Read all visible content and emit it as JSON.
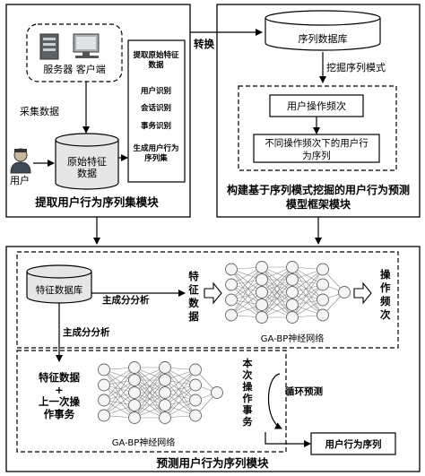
{
  "module1": {
    "devices": "服务器 客户端",
    "collect": "采集数据",
    "user": "用户",
    "db_line1": "原始特征",
    "db_line2": "数据",
    "extract_line1": "提取原始特征",
    "extract_line2": "数据",
    "user_id": "用户识别",
    "session_id": "会话识别",
    "transaction_id": "事务识别",
    "gen_line1": "生成用户行为",
    "gen_line2": "序列集",
    "title": "提取用户行为序列集模块"
  },
  "transfer": "转换",
  "module2": {
    "db": "序列数据库",
    "mining": "挖掘序列模式",
    "freq": "用户操作频次",
    "seq_line1": "不同操作频次下的用户行",
    "seq_line2": "为序列",
    "title_line1": "构建基于序列模式挖掘的用户行为预测",
    "title_line2": "模型框架模块"
  },
  "module3": {
    "feature_db": "特征数据库",
    "pca1": "主成分分析",
    "pca2": "主成分分析",
    "feature_label": [
      "特",
      "征",
      "数",
      "据"
    ],
    "op_freq_label": [
      "操",
      "作",
      "频",
      "次"
    ],
    "net1": "GA-BP神经网络",
    "in2_line1": "特征数据",
    "in2_line2": "+",
    "in2_line3": "上一次操",
    "in2_line4": "作事务",
    "out2_label": [
      "本",
      "次",
      "操",
      "作",
      "事",
      "务"
    ],
    "loop": "循环预测",
    "net2": "GA-BP神经网络",
    "result": "用户行为序列",
    "title": "预测用户行为序列模块"
  }
}
